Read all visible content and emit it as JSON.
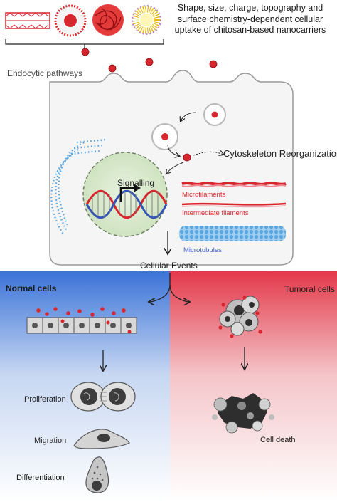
{
  "header": {
    "title": "Shape, size, charge, topography and surface chemistry-dependent cellular uptake of chitosan-based nanocarriers"
  },
  "labels": {
    "endocytic_pathways": "Endocytic pathways",
    "cytoskeleton": "Cytoskeleton Reorganization",
    "signalling": "Signalling",
    "microfilaments": "Microfilaments",
    "intermediate_filaments": "Intermediate filaments",
    "microtubules": "Microtubules",
    "cellular_events": "Cellular Events"
  },
  "branches": {
    "normal": {
      "title": "Normal cells",
      "outcomes": [
        "Proliferation",
        "Migration",
        "Differentiation"
      ]
    },
    "tumoral": {
      "title": "Tumoral cells",
      "outcome": "Cell death"
    }
  },
  "colors": {
    "nanoparticle": "#d8262e",
    "normal_panel_top": "#3b73d8",
    "tumoral_panel_top": "#e3394a",
    "microtubule": "#5aa7e0",
    "dna_red": "#d8262e",
    "dna_blue": "#3455b5",
    "nucleus": "#d6e8c9"
  }
}
